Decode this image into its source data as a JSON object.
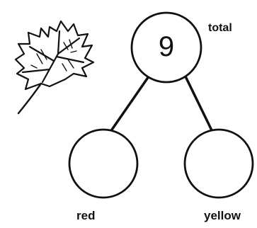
{
  "number_bond": {
    "whole": {
      "value": "9",
      "label": "total"
    },
    "parts": [
      {
        "value": "",
        "label": "red"
      },
      {
        "value": "",
        "label": "yellow"
      }
    ]
  },
  "illustration": {
    "icon": "maple-leaf-icon",
    "style": "black outline drawing"
  },
  "colors": {
    "ink": "#111111",
    "background": "#ffffff"
  }
}
